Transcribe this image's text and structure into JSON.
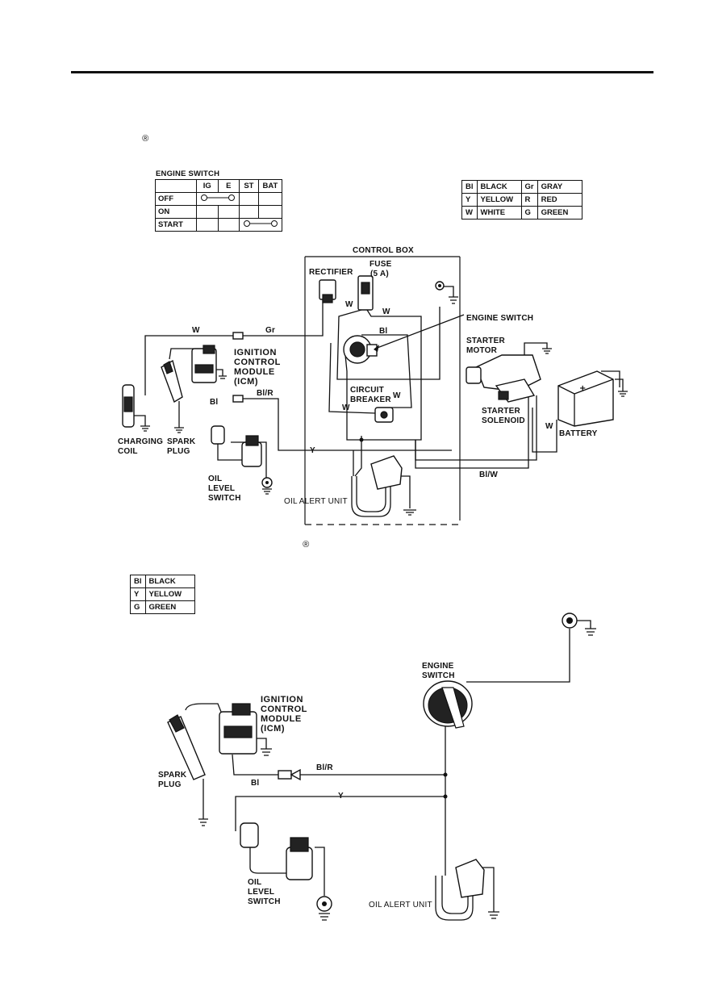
{
  "header": {
    "registered_mark": "®"
  },
  "top_diagram": {
    "engine_switch_table": {
      "title": "ENGINE SWITCH",
      "columns": [
        "",
        "IG",
        "E",
        "ST",
        "BAT"
      ],
      "rows": [
        "OFF",
        "ON",
        "START"
      ]
    },
    "color_code": [
      [
        "Bl",
        "BLACK",
        "Gr",
        "GRAY"
      ],
      [
        "Y",
        "YELLOW",
        "R",
        "RED"
      ],
      [
        "W",
        "WHITE",
        "G",
        "GREEN"
      ]
    ],
    "labels": {
      "control_box": "CONTROL BOX",
      "fuse": "FUSE",
      "fuse_rating": "(5 A)",
      "rectifier": "RECTIFIER",
      "engine_switch": "ENGINE SWITCH",
      "starter_motor_1": "STARTER",
      "starter_motor_2": "MOTOR",
      "icm_1": "IGNITION",
      "icm_2": "CONTROL",
      "icm_3": "MODULE",
      "icm_4": "(ICM)",
      "circuit_breaker_1": "CIRCUIT",
      "circuit_breaker_2": "BREAKER",
      "starter_solenoid_1": "STARTER",
      "starter_solenoid_2": "SOLENOID",
      "battery": "BATTERY",
      "charging_coil_1": "CHARGING",
      "charging_coil_2": "COIL",
      "spark_plug_1": "SPARK",
      "spark_plug_2": "PLUG",
      "oil_level_switch_1": "OIL",
      "oil_level_switch_2": "LEVEL",
      "oil_level_switch_3": "SWITCH",
      "oil_alert_unit": "OIL ALERT UNIT"
    },
    "wire_codes": {
      "w_a": "W",
      "gr": "Gr",
      "w_b": "W",
      "w_c": "W",
      "bl_a": "Bl",
      "bl_r": "Bl/R",
      "bl_b": "Bl",
      "w_d": "W",
      "w_e": "W",
      "y": "Y",
      "bl_w": "Bl/W",
      "w_f": "W"
    }
  },
  "bottom_diagram": {
    "color_code": [
      [
        "Bl",
        "BLACK"
      ],
      [
        "Y",
        "YELLOW"
      ],
      [
        "G",
        "GREEN"
      ]
    ],
    "labels": {
      "engine_switch_1": "ENGINE",
      "engine_switch_2": "SWITCH",
      "icm_1": "IGNITION",
      "icm_2": "CONTROL",
      "icm_3": "MODULE",
      "icm_4": "(ICM)",
      "spark_plug_1": "SPARK",
      "spark_plug_2": "PLUG",
      "oil_level_switch_1": "OIL",
      "oil_level_switch_2": "LEVEL",
      "oil_level_switch_3": "SWITCH",
      "oil_alert_unit": "OIL ALERT UNIT"
    },
    "wire_codes": {
      "bl_r": "Bl/R",
      "bl": "Bl",
      "y": "Y"
    }
  }
}
